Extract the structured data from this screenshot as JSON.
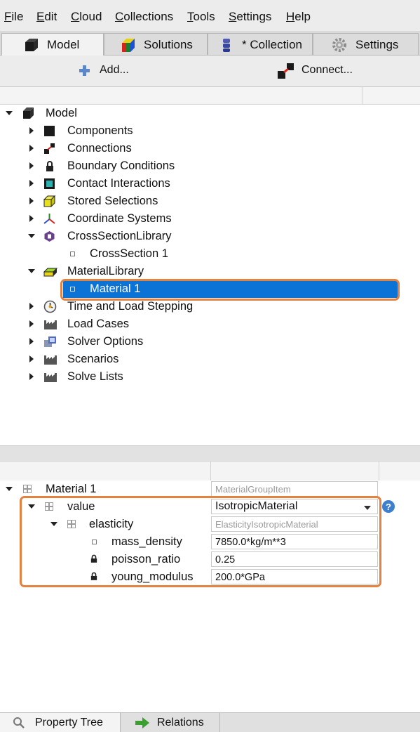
{
  "menu": {
    "file": "File",
    "edit": "Edit",
    "cloud": "Cloud",
    "collections": "Collections",
    "tools": "Tools",
    "settings": "Settings",
    "help": "Help"
  },
  "tabs": {
    "model": "Model",
    "solutions": "Solutions",
    "collection": "* Collection",
    "settings": "Settings",
    "active": "Model"
  },
  "toolbar": {
    "add_label": "Add...",
    "connect_label": "Connect..."
  },
  "tree": {
    "root": "Model",
    "items": [
      {
        "label": "Components"
      },
      {
        "label": "Connections"
      },
      {
        "label": "Boundary Conditions"
      },
      {
        "label": "Contact Interactions"
      },
      {
        "label": "Stored Selections"
      },
      {
        "label": "Coordinate Systems"
      },
      {
        "label": "CrossSectionLibrary",
        "expanded": true
      },
      {
        "label": "CrossSection 1"
      },
      {
        "label": "MaterialLibrary",
        "expanded": true
      },
      {
        "label": "Material 1",
        "selected": true
      },
      {
        "label": "Time and Load Stepping"
      },
      {
        "label": "Load Cases"
      },
      {
        "label": "Solver Options"
      },
      {
        "label": "Scenarios"
      },
      {
        "label": "Solve Lists"
      }
    ]
  },
  "properties": {
    "rows": [
      {
        "name": "Material 1",
        "value": "MaterialGroupItem",
        "readonly": true
      },
      {
        "name": "value",
        "value": "IsotropicMaterial",
        "combo": true
      },
      {
        "name": "elasticity",
        "value": "ElasticityIsotropicMaterial",
        "readonly": true
      },
      {
        "name": "mass_density",
        "value": "7850.0*kg/m**3"
      },
      {
        "name": "poisson_ratio",
        "value": "0.25",
        "locked": true
      },
      {
        "name": "young_modulus",
        "value": "200.0*GPa",
        "locked": true
      }
    ]
  },
  "bottom_tabs": {
    "property_tree": "Property Tree",
    "relations": "Relations"
  },
  "colors": {
    "highlight": "#e5823f",
    "selection": "#0b72d6"
  }
}
